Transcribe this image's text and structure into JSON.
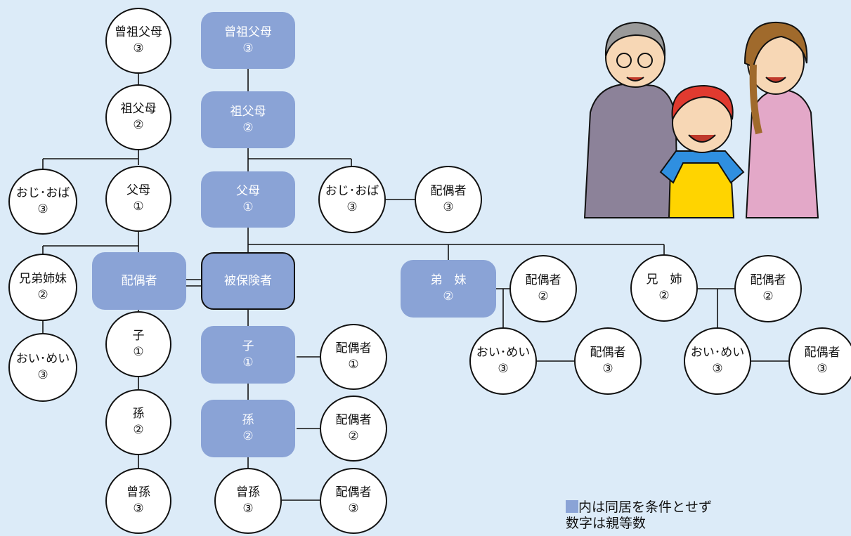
{
  "nodes": {
    "l_sosofubo": {
      "name": "曾祖父母",
      "degree": "③",
      "shape": "circle"
    },
    "l_sofubo": {
      "name": "祖父母",
      "degree": "②",
      "shape": "circle"
    },
    "l_ojioba": {
      "name": "おじ･おば",
      "degree": "③",
      "shape": "circle"
    },
    "l_fubo": {
      "name": "父母",
      "degree": "①",
      "shape": "circle"
    },
    "l_kyodai": {
      "name": "兄弟姉妹",
      "degree": "②",
      "shape": "circle"
    },
    "l_oimei": {
      "name": "おい･めい",
      "degree": "③",
      "shape": "circle"
    },
    "spouse": {
      "name": "配偶者",
      "degree": "",
      "shape": "rect"
    },
    "l_ko": {
      "name": "子",
      "degree": "①",
      "shape": "circle"
    },
    "l_mago": {
      "name": "孫",
      "degree": "②",
      "shape": "circle"
    },
    "l_himago": {
      "name": "曾孫",
      "degree": "③",
      "shape": "circle"
    },
    "c_sosofubo": {
      "name": "曾祖父母",
      "degree": "③",
      "shape": "rect"
    },
    "c_sofubo": {
      "name": "祖父母",
      "degree": "②",
      "shape": "rect"
    },
    "c_fubo": {
      "name": "父母",
      "degree": "①",
      "shape": "rect"
    },
    "insured": {
      "name": "被保険者",
      "degree": "",
      "shape": "rect-self"
    },
    "c_ko": {
      "name": "子",
      "degree": "①",
      "shape": "rect"
    },
    "c_mago": {
      "name": "孫",
      "degree": "②",
      "shape": "rect"
    },
    "c_himago": {
      "name": "曾孫",
      "degree": "③",
      "shape": "circle"
    },
    "ko_spouse": {
      "name": "配偶者",
      "degree": "①",
      "shape": "circle"
    },
    "mago_spouse": {
      "name": "配偶者",
      "degree": "②",
      "shape": "circle"
    },
    "himago_spouse": {
      "name": "配偶者",
      "degree": "③",
      "shape": "circle"
    },
    "r_ojioba": {
      "name": "おじ･おば",
      "degree": "③",
      "shape": "circle"
    },
    "r_ojioba_spouse": {
      "name": "配偶者",
      "degree": "③",
      "shape": "circle"
    },
    "otouto_imouto": {
      "name": "弟　妹",
      "degree": "②",
      "shape": "rect"
    },
    "otouto_spouse": {
      "name": "配偶者",
      "degree": "②",
      "shape": "circle"
    },
    "oimei_1": {
      "name": "おい･めい",
      "degree": "③",
      "shape": "circle"
    },
    "oimei_1_spouse": {
      "name": "配偶者",
      "degree": "③",
      "shape": "circle"
    },
    "ani_ane": {
      "name": "兄　姉",
      "degree": "②",
      "shape": "circle"
    },
    "ani_spouse": {
      "name": "配偶者",
      "degree": "②",
      "shape": "circle"
    },
    "oimei_2": {
      "name": "おい･めい",
      "degree": "③",
      "shape": "circle"
    },
    "oimei_2_spouse": {
      "name": "配偶者",
      "degree": "③",
      "shape": "circle"
    }
  },
  "legend": {
    "line1": "内は同居を条件とせず",
    "line2": "数字は親等数"
  },
  "colors": {
    "background": "#dcebf8",
    "highlight": "#8aa3d6",
    "line": "#111111"
  },
  "illustration": {
    "icon": "family-illustration-icon"
  }
}
